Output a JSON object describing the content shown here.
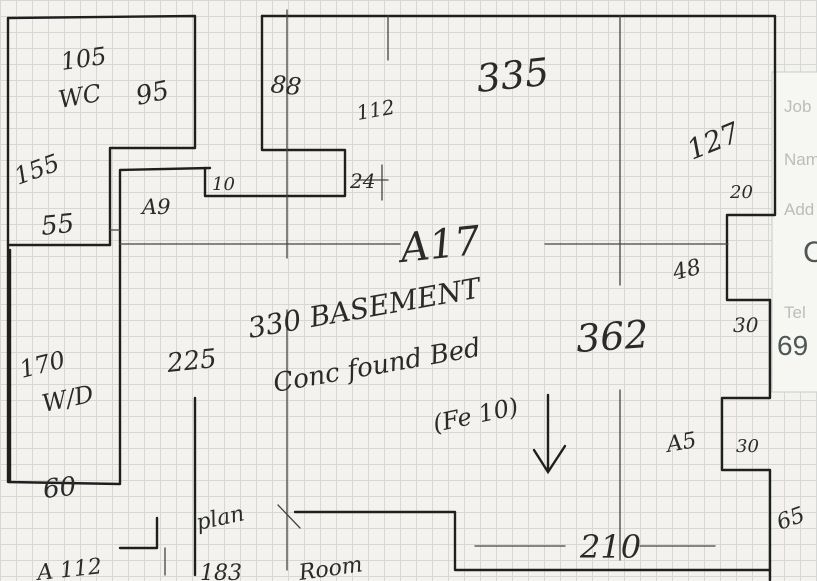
{
  "plan": {
    "area_label": "A17",
    "room_title": "330 BASEMENT",
    "room_subtitle": "Conc found Bed",
    "room_note": "(Fe 10)",
    "dims": {
      "top_left_width": "105",
      "wc_label": "WC",
      "wc_depth": "95",
      "left_height": "155",
      "left_lower": "55",
      "hall_a": "A9",
      "hall_b": "10",
      "notch_depth": "88",
      "notch_gap": "112",
      "top_width": "335",
      "notch_b": "24",
      "right_upper": "127",
      "right_step": "20",
      "side_a": "48",
      "side_b": "30",
      "mid_height": "225",
      "room_depth": "362",
      "left_room": "170",
      "left_room_label": "W/D",
      "left_bottom": "60",
      "side_c": "A5",
      "side_d": "30",
      "bottom_width": "210",
      "bottom_note": "plan",
      "bottom_left_a": "183",
      "bottom_left_b": "Room",
      "bottom_far_left": "A 112",
      "right_edge": "65"
    }
  },
  "form": {
    "job_label": "Job",
    "name_label": "Name",
    "address_label": "Add",
    "tel_label": "Tel",
    "value_c": "C",
    "value_69": "69"
  }
}
